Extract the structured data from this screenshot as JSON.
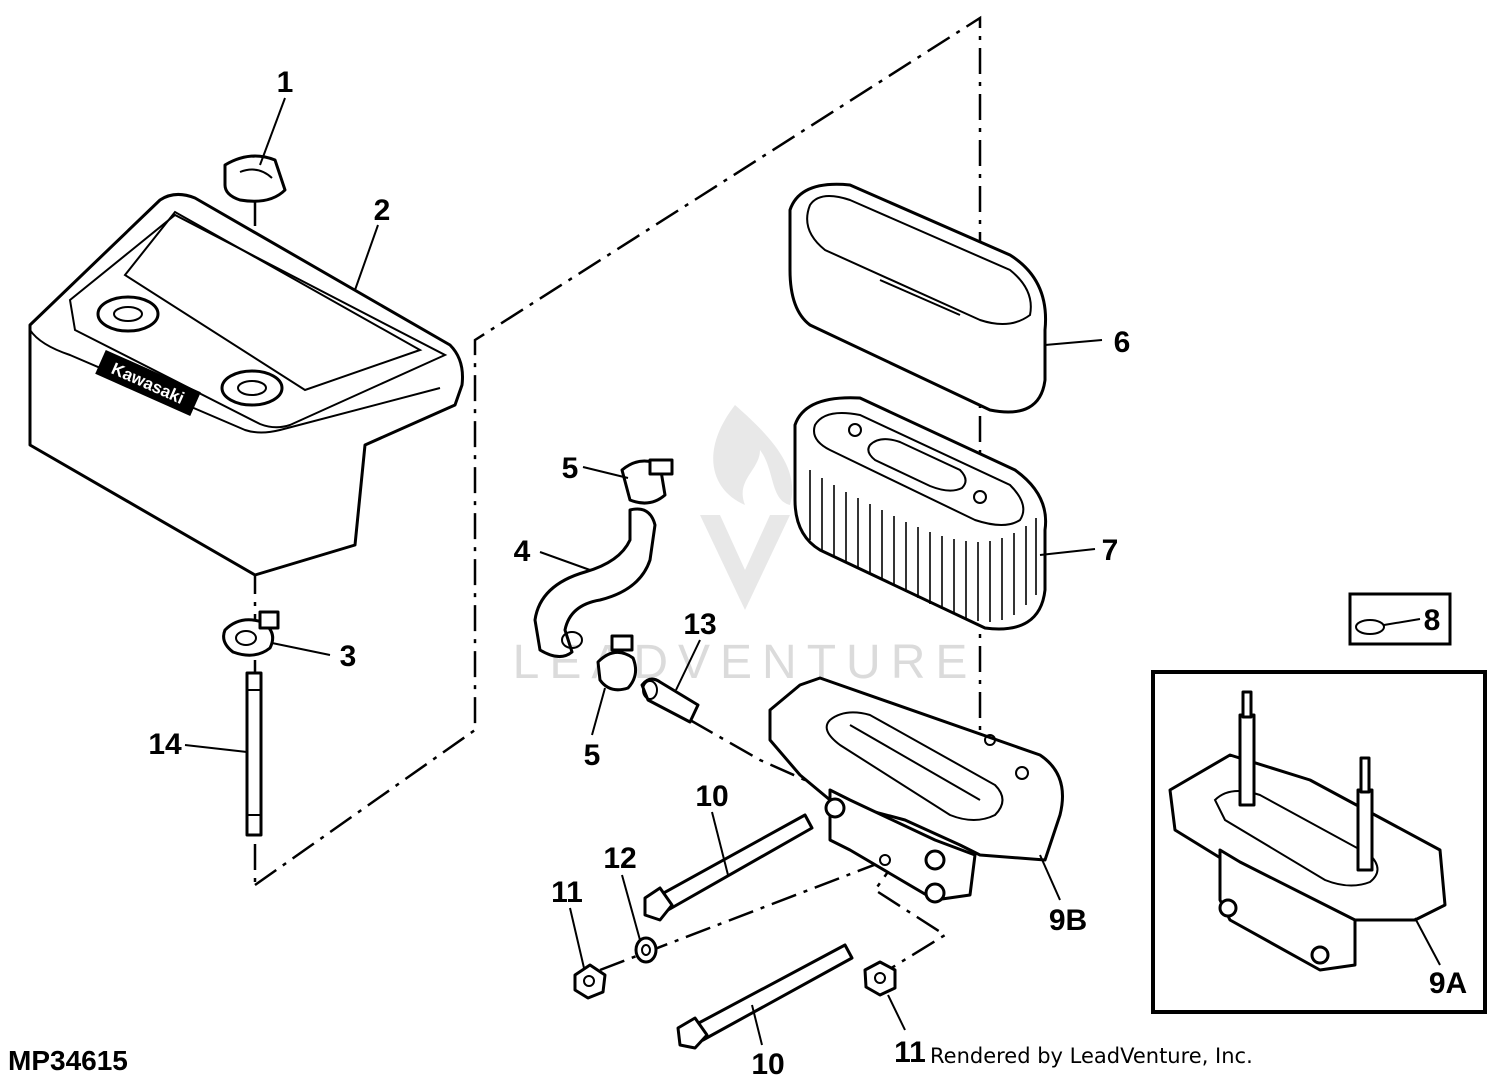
{
  "diagram": {
    "code": "MP34615",
    "credit": "Rendered by LeadVenture, Inc.",
    "watermark": "LEADVENTURE",
    "cover_logo": "Kawasaki",
    "callouts": {
      "c1": "1",
      "c2": "2",
      "c3": "3",
      "c4": "4",
      "c5a": "5",
      "c5b": "5",
      "c6": "6",
      "c7": "7",
      "c8": "8",
      "c9a": "9A",
      "c9b": "9B",
      "c10a": "10",
      "c10b": "10",
      "c11a": "11",
      "c11b": "11",
      "c12": "12",
      "c13": "13",
      "c14": "14"
    }
  }
}
